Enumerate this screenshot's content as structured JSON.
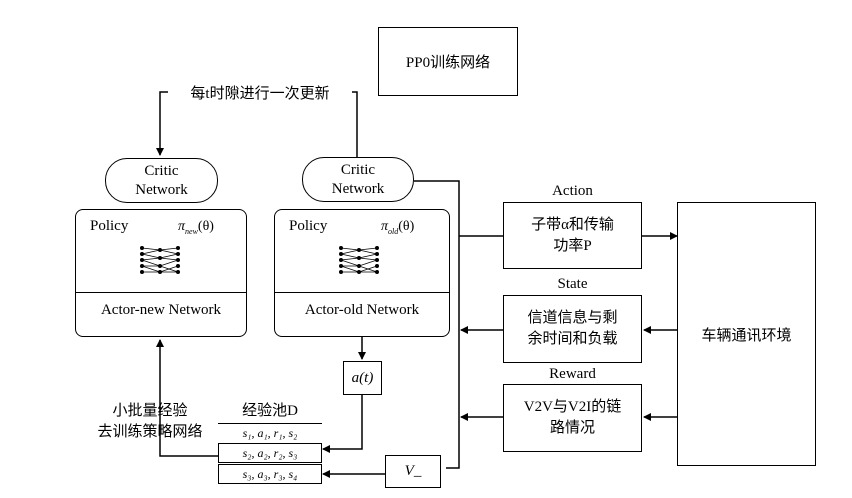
{
  "title": "PP0训练网络",
  "update_note": "每t时隙进行一次更新",
  "critic_new": {
    "line1": "Critic",
    "line2": "Network"
  },
  "critic_old": {
    "line1": "Critic",
    "line2": "Network"
  },
  "actor_new": {
    "policy": "Policy",
    "pi": "π",
    "pi_sub": "new",
    "pi_arg": "(θ)",
    "name": "Actor-new Network"
  },
  "actor_old": {
    "policy": "Policy",
    "pi": "π",
    "pi_sub": "old",
    "pi_arg": "(θ)",
    "name": "Actor-old Network"
  },
  "action": {
    "label": "Action",
    "line1": "子带α和传输",
    "line2": "功率P"
  },
  "state": {
    "label": "State",
    "line1": "信道信息与剩",
    "line2": "余时间和负载"
  },
  "reward": {
    "label": "Reward",
    "line1": "V2V与V2I的链",
    "line2": "路情况"
  },
  "environment": "车辆通讯环境",
  "a_t": "a(t)",
  "v_box": "V_",
  "minibatch": {
    "line1": "小批量经验",
    "line2": "去训练策略网络"
  },
  "pool": {
    "title": "经验池D",
    "rows": [
      "s₁, a₁, r₁, s₂",
      "s₂, a₂, r₂, s₃",
      "s₃, a₃, r₃, s₄"
    ]
  }
}
